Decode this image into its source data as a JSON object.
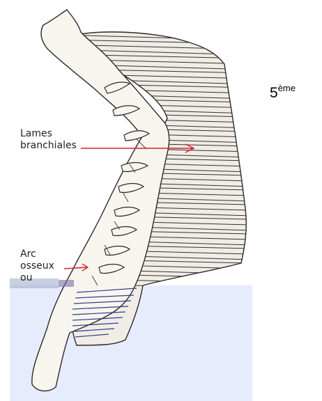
{
  "labels": {
    "lames_line1": "Lames",
    "lames_line2": "branchiales",
    "arc_line1": "Arc",
    "arc_line2": "osseux",
    "arc_line3": "ou"
  },
  "ordinal": {
    "number": "5",
    "suffix": "ème"
  },
  "colors": {
    "overlay": "#e6ecfb",
    "pointer": "#d4202a",
    "gill_fill": "#f1ece6",
    "arch_fill": "#f8f5ef",
    "outline": "#2a2a2a",
    "lamella_overlay": "#2f3e8a"
  }
}
